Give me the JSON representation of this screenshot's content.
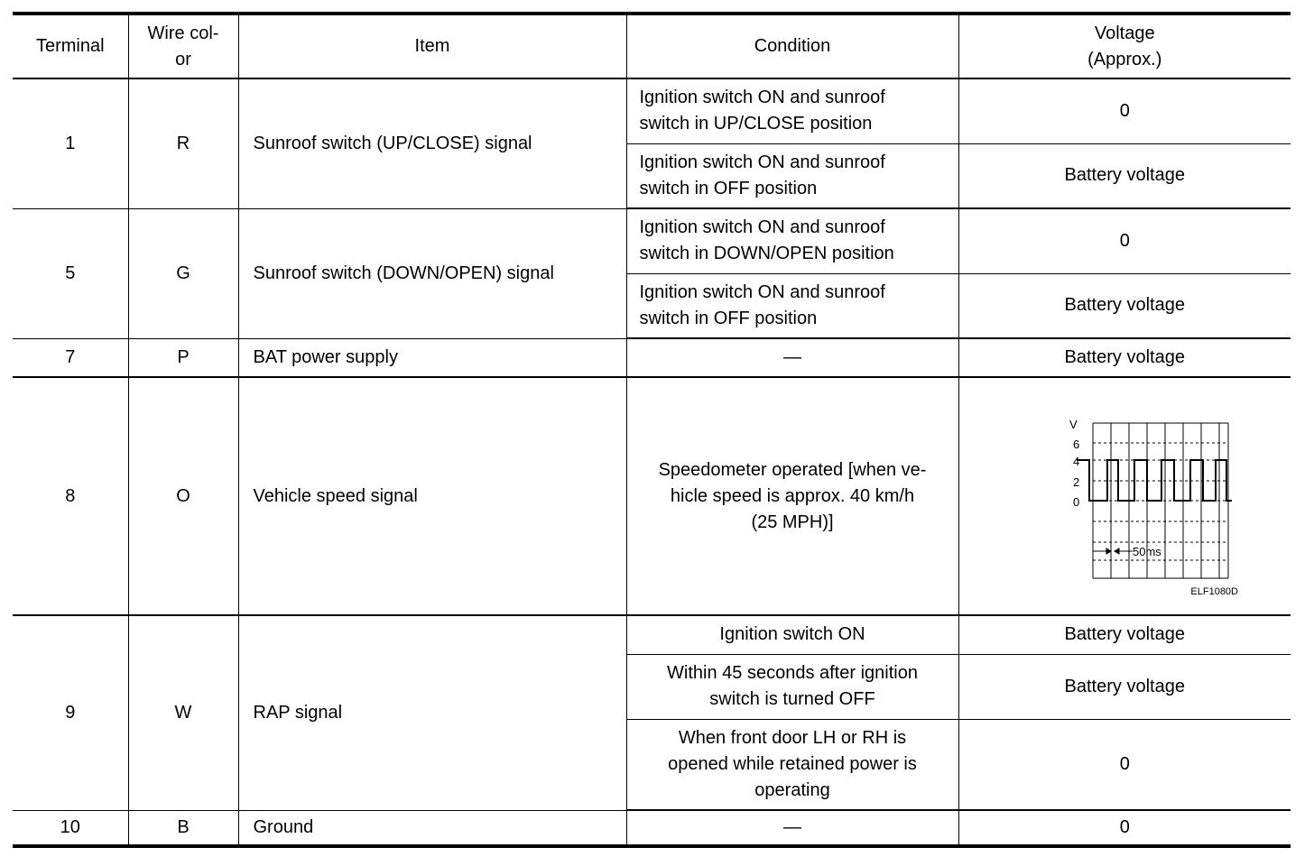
{
  "headers": {
    "terminal": "Terminal",
    "wire_color_l1": "Wire col-",
    "wire_color_l2": "or",
    "item": "Item",
    "condition": "Condition",
    "voltage_l1": "Voltage",
    "voltage_l2": "(Approx.)"
  },
  "rows": {
    "t1": {
      "terminal": "1",
      "wire": "R",
      "item": "Sunroof switch (UP/CLOSE) signal",
      "c1_l1": "Ignition switch ON and sunroof",
      "c1_l2": "switch in UP/CLOSE position",
      "v1": "0",
      "c2_l1": "Ignition switch ON and sunroof",
      "c2_l2": "switch in OFF position",
      "v2": "Battery voltage"
    },
    "t5": {
      "terminal": "5",
      "wire": "G",
      "item": "Sunroof switch (DOWN/OPEN) signal",
      "c1_l1": "Ignition switch ON and sunroof",
      "c1_l2": "switch in DOWN/OPEN position",
      "v1": "0",
      "c2_l1": "Ignition switch ON and sunroof",
      "c2_l2": "switch in OFF position",
      "v2": "Battery voltage"
    },
    "t7": {
      "terminal": "7",
      "wire": "P",
      "item": "BAT power supply",
      "condition": "—",
      "voltage": "Battery voltage"
    },
    "t8": {
      "terminal": "8",
      "wire": "O",
      "item": "Vehicle speed signal",
      "c_l1": "Speedometer operated [when ve-",
      "c_l2": "hicle speed is approx. 40 km/h",
      "c_l3": "(25 MPH)]",
      "waveform": {
        "axis_label": "V",
        "y_ticks": [
          "6",
          "4",
          "2",
          "0"
        ],
        "time_label": "50ms",
        "code": "ELF1080D"
      }
    },
    "t9": {
      "terminal": "9",
      "wire": "W",
      "item": "RAP signal",
      "c1": "Ignition switch ON",
      "v1": "Battery voltage",
      "c2_l1": "Within 45 seconds after ignition",
      "c2_l2": "switch is turned OFF",
      "v2": "Battery voltage",
      "c3_l1": "When front door LH or RH is",
      "c3_l2": "opened while retained power is",
      "c3_l3": "operating",
      "v3": "0"
    },
    "t10": {
      "terminal": "10",
      "wire": "B",
      "item": "Ground",
      "condition": "—",
      "voltage": "0"
    }
  }
}
